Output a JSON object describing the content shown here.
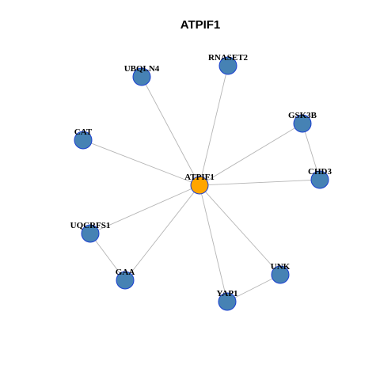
{
  "title": "ATPIF1",
  "colors": {
    "hub_fill": "#ffa500",
    "node_fill": "#4682b4",
    "node_stroke": "#1a3fd1",
    "edge": "#b5b5b5"
  },
  "nodes": [
    {
      "id": "ATPIF1",
      "label": "ATPIF1",
      "hub": true
    },
    {
      "id": "RNASET2",
      "label": "RNASET2"
    },
    {
      "id": "UBQLN4",
      "label": "UBQLN4"
    },
    {
      "id": "GSK3B",
      "label": "GSK3B"
    },
    {
      "id": "CAT",
      "label": "CAT"
    },
    {
      "id": "CHD3",
      "label": "CHD3"
    },
    {
      "id": "UQCRFS1",
      "label": "UQCRFS1"
    },
    {
      "id": "UNK",
      "label": "UNK"
    },
    {
      "id": "GAA",
      "label": "GAA"
    },
    {
      "id": "YAP1",
      "label": "YAP1"
    }
  ],
  "edges": [
    [
      "ATPIF1",
      "RNASET2"
    ],
    [
      "ATPIF1",
      "UBQLN4"
    ],
    [
      "ATPIF1",
      "GSK3B"
    ],
    [
      "ATPIF1",
      "CAT"
    ],
    [
      "ATPIF1",
      "CHD3"
    ],
    [
      "ATPIF1",
      "UQCRFS1"
    ],
    [
      "ATPIF1",
      "GAA"
    ],
    [
      "ATPIF1",
      "YAP1"
    ],
    [
      "ATPIF1",
      "UNK"
    ],
    [
      "GSK3B",
      "CHD3"
    ],
    [
      "UQCRFS1",
      "GAA"
    ],
    [
      "YAP1",
      "UNK"
    ]
  ]
}
